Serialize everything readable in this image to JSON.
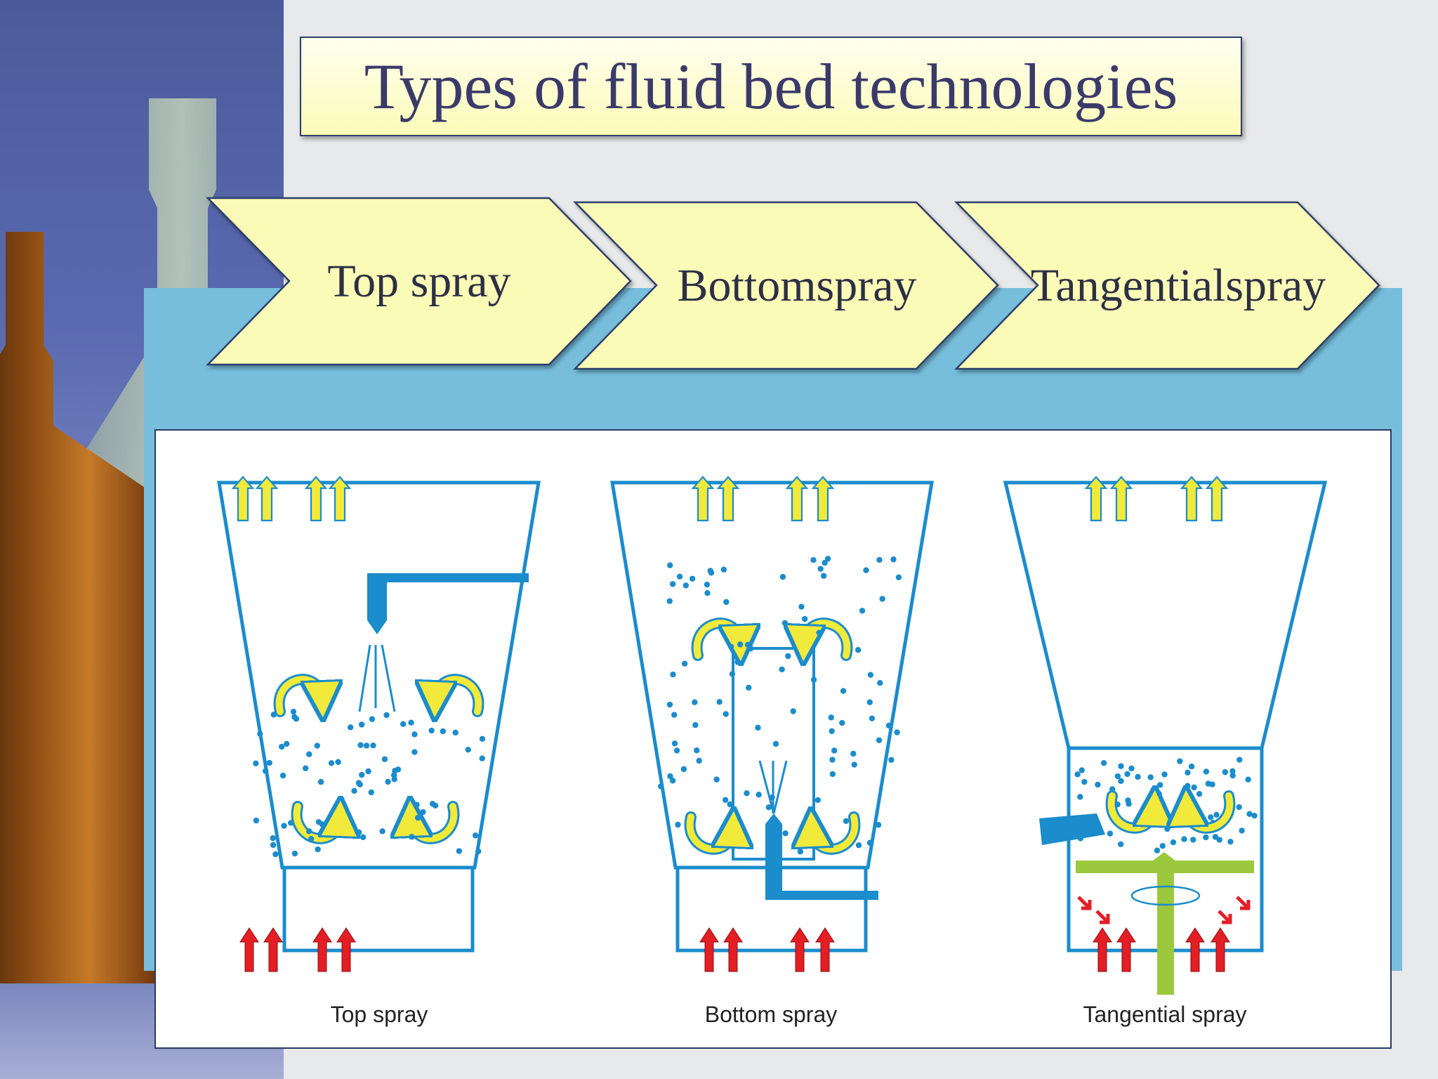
{
  "title": "Types of fluid bed technologies",
  "process_steps": [
    {
      "label": "Top spray"
    },
    {
      "label": "Bottom spray"
    },
    {
      "label": "Tangential spray"
    }
  ],
  "diagram": {
    "panels": [
      {
        "label": "Top spray"
      },
      {
        "label": "Bottom spray"
      },
      {
        "label": "Tangential spray"
      }
    ]
  },
  "colors": {
    "chevron_fill": "#fbfbb8",
    "title_text": "#3a3a6a",
    "panel_bg": "#76bedc",
    "vessel_outline": "#1b8ccc",
    "air_out_arrow": "#f2ea3a",
    "air_in_arrow": "#e31e24",
    "rotor": "#9bc83c"
  }
}
